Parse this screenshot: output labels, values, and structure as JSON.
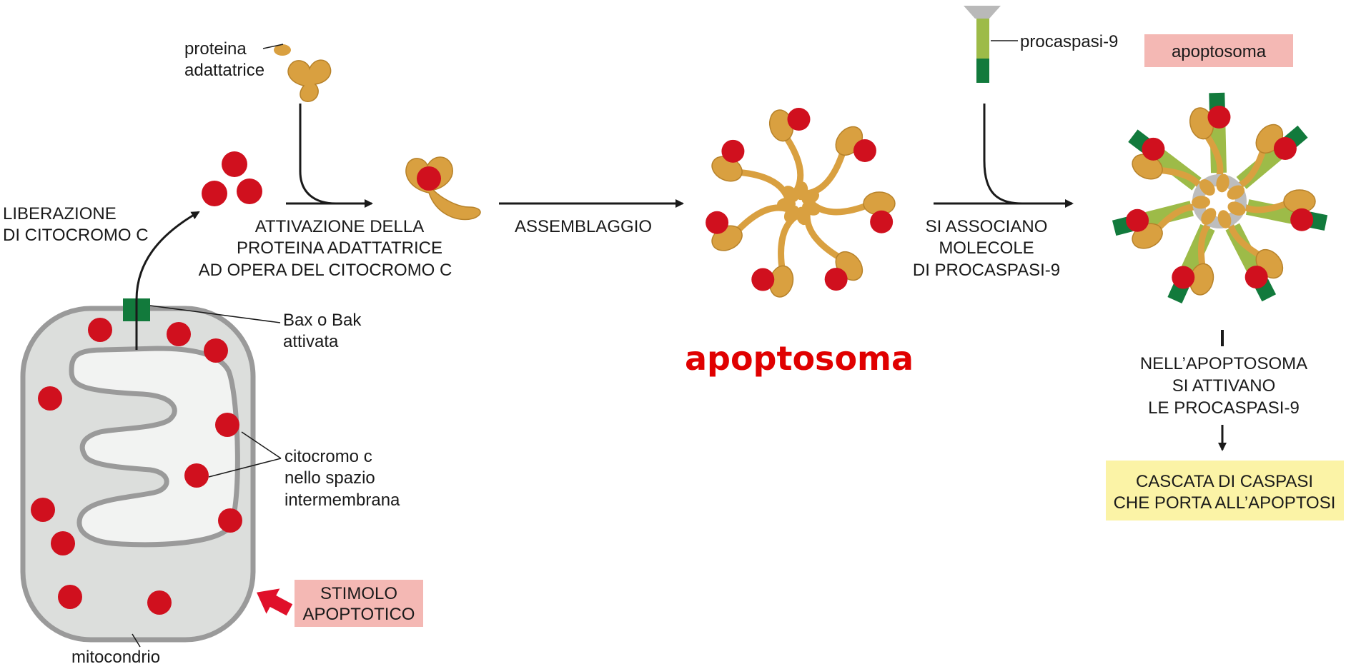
{
  "labels": {
    "proteina_adattatrice": [
      "proteina",
      "adattatrice"
    ],
    "liberazione": [
      "LIBERAZIONE",
      "DI CITOCROMO C"
    ],
    "attivazione": [
      "ATTIVAZIONE DELLA",
      "PROTEINA ADATTATRICE",
      "AD OPERA DEL CITOCROMO C"
    ],
    "assemblaggio": "ASSEMBLAGGIO",
    "apoptosoma_big": "apoptosoma",
    "procaspasi": "procaspasi-9",
    "apoptosoma_box": "apoptosoma",
    "si_associano": [
      "SI ASSOCIANO",
      "MOLECOLE",
      "DI PROCASPASI-9"
    ],
    "bax_bak": [
      "Bax o Bak",
      "attivata"
    ],
    "citocromo": [
      "citocromo c",
      "nello spazio",
      "intermembrana"
    ],
    "stimolo": [
      "STIMOLO",
      "APOPTOTICO"
    ],
    "mitocondrio": "mitocondrio",
    "nell_apoptosoma": [
      "NELL’APOPTOSOMA",
      "SI ATTIVANO",
      "LE PROCASPASI-9"
    ],
    "cascata": [
      "CASCATA DI CASPASI",
      "CHE PORTA ALL’APOPTOSI"
    ]
  },
  "colors": {
    "cytochrome": "#d0101e",
    "adaptor": "#d9a040",
    "mito_fill": "#dcdedc",
    "mito_stroke": "#9a9a9a",
    "pink_box": "#f4b8b4",
    "yellow_box": "#fbf3a6",
    "green_light": "#9dbb48",
    "green_dark": "#127a3c",
    "stimulus_arrow": "#e0102a"
  }
}
